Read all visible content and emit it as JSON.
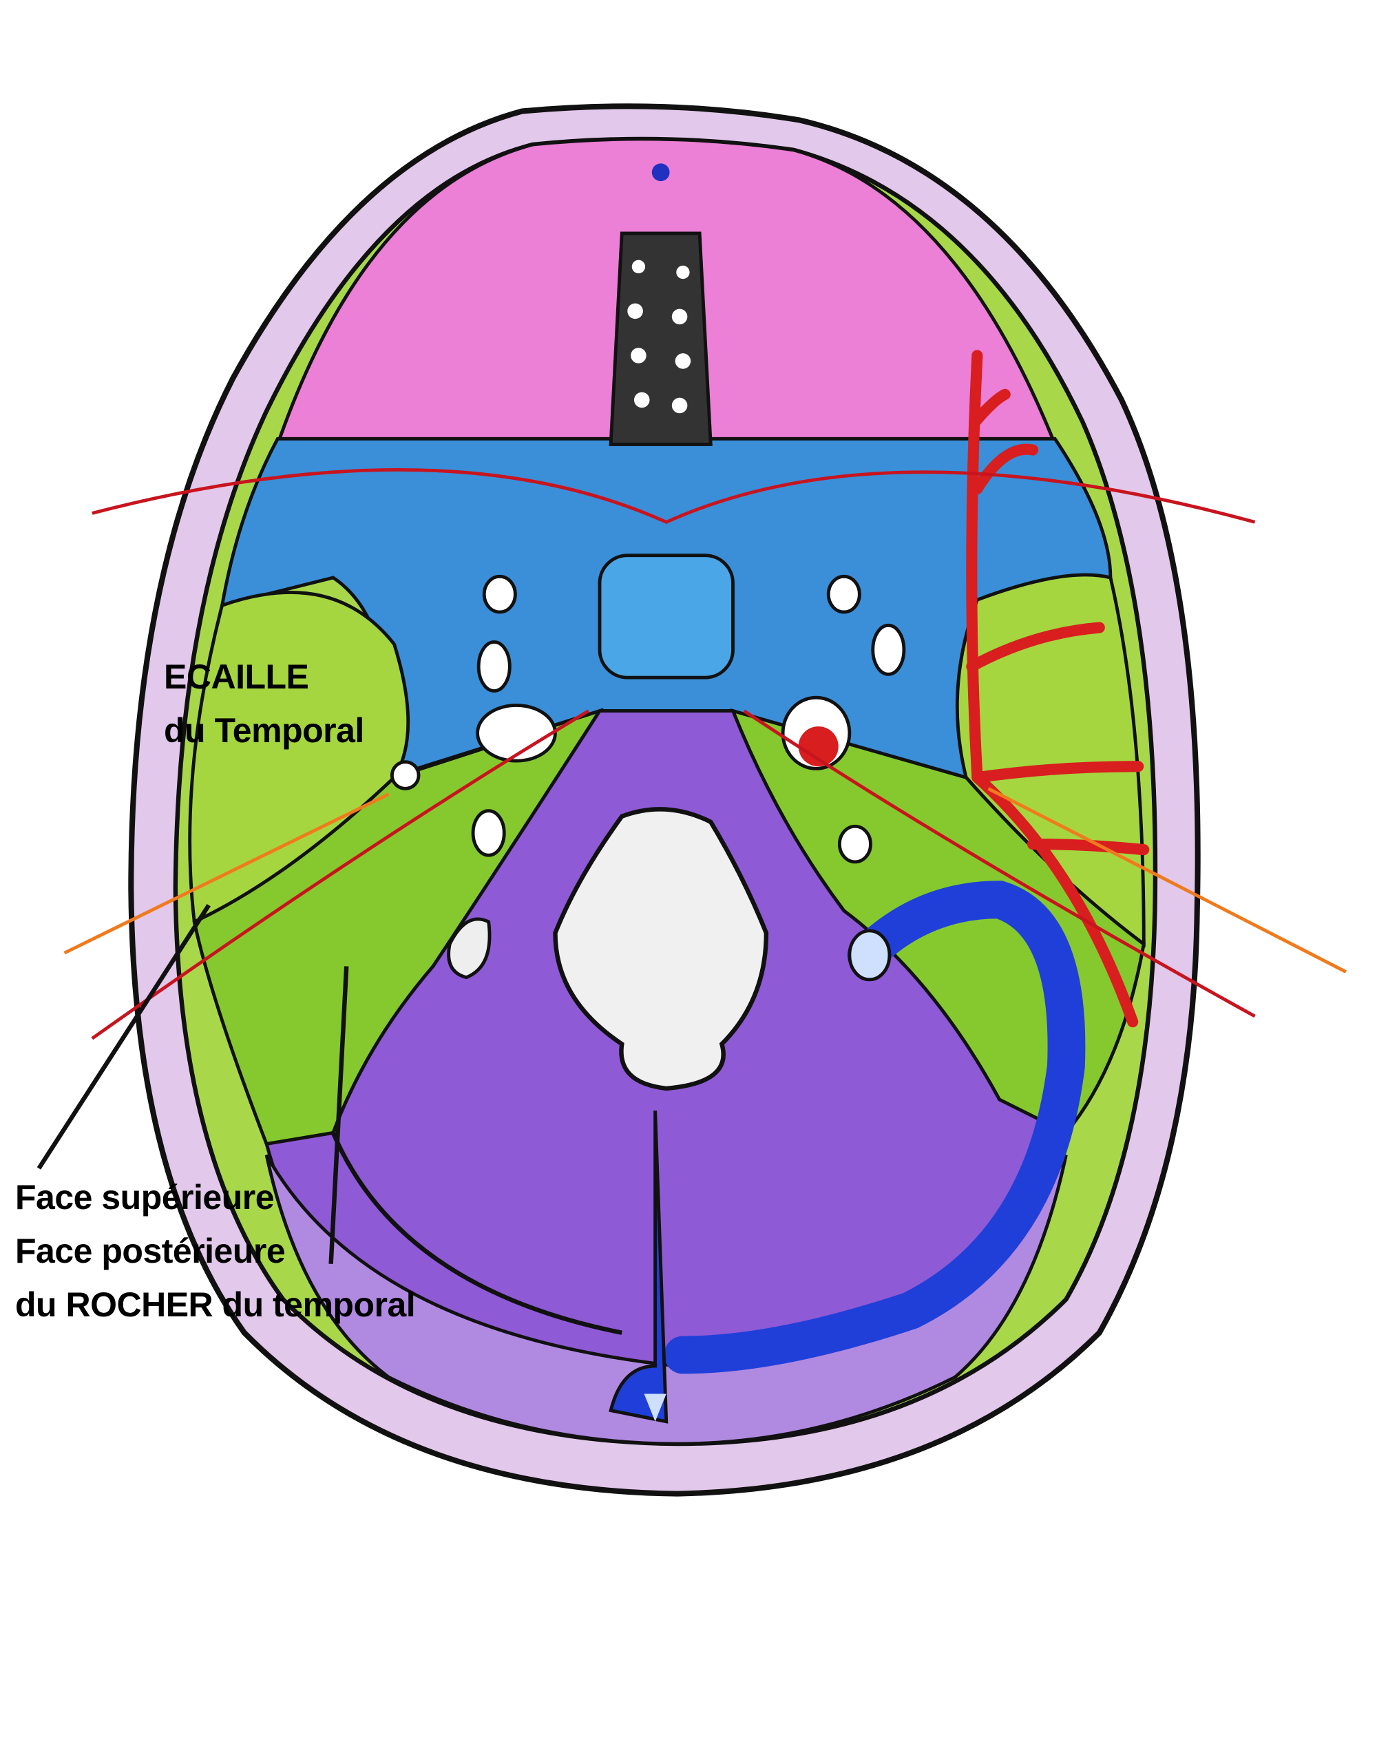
{
  "labels": {
    "ecaille": {
      "line1": "ECAILLE",
      "line2": "du Temporal"
    },
    "rocher": {
      "line1": "Face supérieure",
      "line2": "Face postérieure",
      "line3": "du ROCHER du temporal"
    }
  },
  "colors": {
    "bone_ring": "#e2c8ea",
    "anterior_fossa": "#ec7fd6",
    "middle_fossa": "#3a8fd8",
    "temporal_squama": "#9ed23a",
    "posterior_fossa": "#8e5ad6",
    "sinus": "#1f3fd8",
    "artery": "#d81e1e",
    "orange_line": "#f07a1e",
    "outline": "#111111"
  }
}
